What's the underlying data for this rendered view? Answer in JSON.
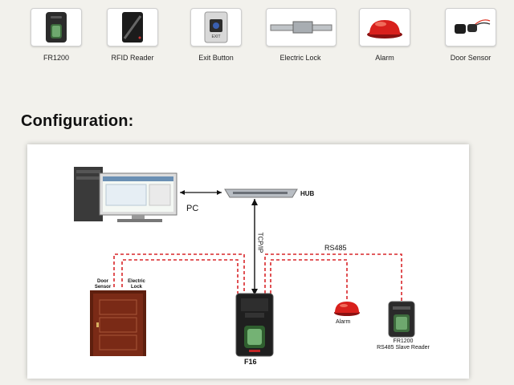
{
  "products": [
    {
      "label": "FR1200",
      "icon": "fingerprint-reader-icon"
    },
    {
      "label": "RFID Reader",
      "icon": "rfid-reader-icon"
    },
    {
      "label": "Exit Button",
      "icon": "exit-button-icon"
    },
    {
      "label": "Electric Lock",
      "icon": "electric-lock-icon"
    },
    {
      "label": "Alarm",
      "icon": "alarm-siren-icon"
    },
    {
      "label": "Door Sensor",
      "icon": "door-sensor-icon"
    }
  ],
  "section_title": "Configuration:",
  "diagram": {
    "pc": "PC",
    "hub": "HUB",
    "tcpip": "TCP/IP",
    "rs485": "RS485",
    "door_sensor": "Door Sensor",
    "electric_lock": "Electric Lock",
    "alarm": "Alarm",
    "f16": "F16",
    "fr1200_line1": "FR1200",
    "fr1200_line2": "RS485 Slave Reader",
    "exit_text": "EXIT",
    "colors": {
      "wire": "#d9262a",
      "door": "#7a2a16",
      "panel_bg": "#ffffff"
    }
  }
}
